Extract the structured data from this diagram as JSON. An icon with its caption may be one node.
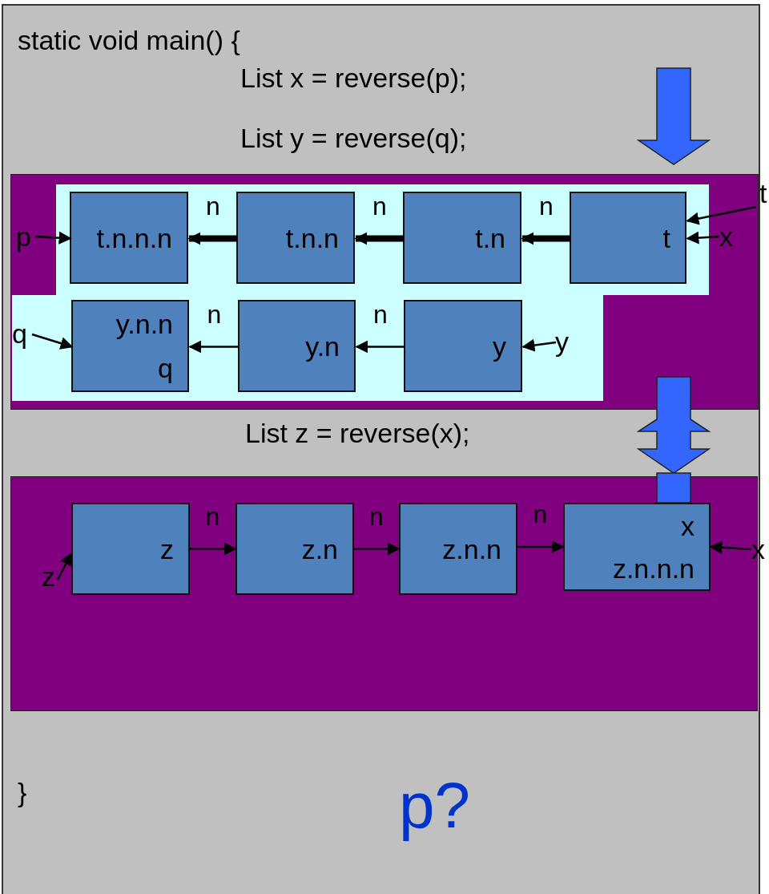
{
  "diagram": {
    "nodes": [
      {
        "text": [],
        "shape": "box"
      },
      {
        "text": [],
        "shape": "box",
        "in": 0
      },
      {
        "text": [
          "t.n.n.n"
        ],
        "in": 1
      },
      {
        "text": [
          "t.n.n"
        ],
        "in": 1
      },
      {
        "text": [
          "t.n"
        ],
        "in": 1
      },
      {
        "text": [
          "t"
        ],
        "in": 1
      },
      {
        "text": [
          "y.n.n",
          "q"
        ],
        "in": 1
      },
      {
        "text": [
          "y.n"
        ],
        "in": 1
      },
      {
        "text": [
          "y"
        ],
        "in": 1
      },
      {
        "text": [
          "p"
        ],
        "in": 0
      },
      {
        "text": [
          "q"
        ],
        "in": 1
      },
      {
        "text": [
          "t"
        ]
      },
      {
        "text": [
          "x"
        ],
        "in": 0
      },
      {
        "text": [
          "y"
        ],
        "in": 1
      },
      {
        "text": [],
        "shape": "box"
      },
      {
        "text": [
          "z"
        ],
        "in": 14
      },
      {
        "text": [
          "z.n"
        ],
        "in": 14
      },
      {
        "text": [
          "z.n.n"
        ],
        "in": 14
      },
      {
        "text": [
          "x",
          "z.n.n.n"
        ],
        "in": 14
      },
      {
        "text": [
          "z"
        ],
        "in": 14
      },
      {
        "text": [
          "x"
        ]
      }
    ],
    "edges": [
      {
        "from": 3,
        "to": 2,
        "arrow": "to",
        "label": "n",
        "style": "thick"
      },
      {
        "from": 4,
        "to": 3,
        "arrow": "to",
        "label": "n",
        "style": "thick"
      },
      {
        "from": 5,
        "to": 4,
        "arrow": "to",
        "label": "n",
        "style": "thick"
      },
      {
        "from": 9,
        "to": 2,
        "arrow": "to"
      },
      {
        "from": 11,
        "to": 5,
        "arrow": "to"
      },
      {
        "from": 12,
        "to": 5,
        "arrow": "to"
      },
      {
        "from": 7,
        "to": 6,
        "arrow": "to",
        "label": "n"
      },
      {
        "from": 8,
        "to": 7,
        "arrow": "to",
        "label": "n"
      },
      {
        "from": 10,
        "to": 6,
        "arrow": "to"
      },
      {
        "from": 13,
        "to": 8,
        "arrow": "to"
      },
      {
        "from": 15,
        "to": 16,
        "arrow": "to",
        "label": "n"
      },
      {
        "from": 16,
        "to": 17,
        "arrow": "to",
        "label": "n"
      },
      {
        "from": 17,
        "to": 18,
        "arrow": "to",
        "label": "n"
      },
      {
        "from": 19,
        "to": 15,
        "arrow": "to"
      },
      {
        "from": 20,
        "to": 18,
        "arrow": "to"
      }
    ],
    "labels": [
      "static void main() {",
      "List x = reverse(p);",
      "List y = reverse(q);",
      "List z = reverse(x);",
      "}",
      "p?"
    ]
  }
}
